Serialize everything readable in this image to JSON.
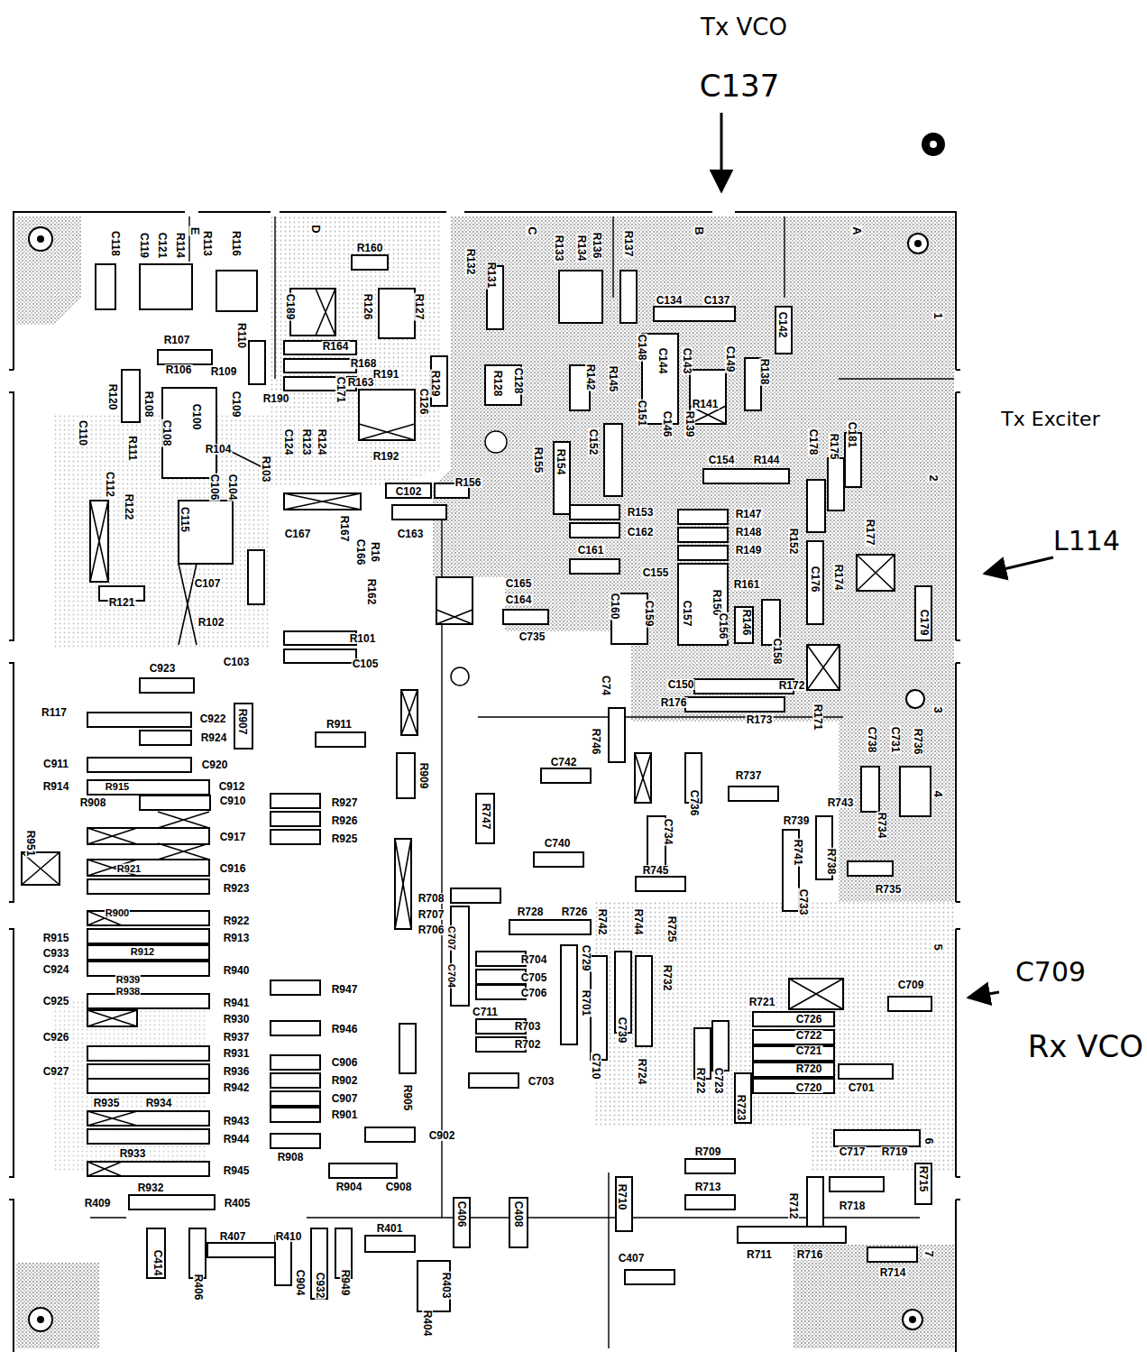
{
  "diagram": {
    "labels": [
      "Tx VCO",
      "C137",
      "Tx Exciter",
      "L114",
      "C709",
      "Rx VCO",
      "E",
      "D",
      "C",
      "B",
      "A",
      "1",
      "2",
      "3",
      "4",
      "5",
      "6",
      "7",
      "C118",
      "C119",
      "C121",
      "R114",
      "R113",
      "R116",
      "R160",
      "R126",
      "R127",
      "C189",
      "R132",
      "R131",
      "R133",
      "R134",
      "R136",
      "R137",
      "C134",
      "C137",
      "C142",
      "R107",
      "R110",
      "R164",
      "R168",
      "R163",
      "R106",
      "R109",
      "R120",
      "R108",
      "C109",
      "R190",
      "R129",
      "R191",
      "C126",
      "C128",
      "R128",
      "R142",
      "R145",
      "C148",
      "C144",
      "C143",
      "C149",
      "R141",
      "R138",
      "C181",
      "C110",
      "R111",
      "C108",
      "C100",
      "R104",
      "R103",
      "C124",
      "R123",
      "R124",
      "C171",
      "R192",
      "C151",
      "C146",
      "R139",
      "C154",
      "R144",
      "C178",
      "R175",
      "R155",
      "R154",
      "C152",
      "C102",
      "R156",
      "C112",
      "R122",
      "C106",
      "C104",
      "C115",
      "C167",
      "R167",
      "C166",
      "R16",
      "C163",
      "R153",
      "C162",
      "R147",
      "R148",
      "R149",
      "R152",
      "R177",
      "C176",
      "R174",
      "C161",
      "C165",
      "C164",
      "C155",
      "R161",
      "C107",
      "R162",
      "R121",
      "C160",
      "C159",
      "C157",
      "R150",
      "C156",
      "R146",
      "C158",
      "C179",
      "C735",
      "R102",
      "R101",
      "C103",
      "C105",
      "C923",
      "C74",
      "C150",
      "R172",
      "R176",
      "R173",
      "R171",
      "R117",
      "C922",
      "R907",
      "R911",
      "C738",
      "C731",
      "R736",
      "R924",
      "R746",
      "C742",
      "R909",
      "C911",
      "C920",
      "R914",
      "R915",
      "C912",
      "R908",
      "C910",
      "R927",
      "R737",
      "C736",
      "R926",
      "R743",
      "R747",
      "R739",
      "C734",
      "R734",
      "R925",
      "C917",
      "C740",
      "R741",
      "R951",
      "C916",
      "R745",
      "R921",
      "R735",
      "R738",
      "R923",
      "C733",
      "R708",
      "R900",
      "R707",
      "R728",
      "R726",
      "R742",
      "R744",
      "R725",
      "R922",
      "R706",
      "R915",
      "R913",
      "R912",
      "C933",
      "C707",
      "C704",
      "R704",
      "C729",
      "R732",
      "C924",
      "R940",
      "R939",
      "R938",
      "C705",
      "C706",
      "R947",
      "C709",
      "C925",
      "R941",
      "C711",
      "R721",
      "R701",
      "R703",
      "C726",
      "R930",
      "R946",
      "C739",
      "C926",
      "R937",
      "R702",
      "C722",
      "R724",
      "C710",
      "C721",
      "R931",
      "C906",
      "R722",
      "C723",
      "R720",
      "C927",
      "R936",
      "R902",
      "C703",
      "C720",
      "C701",
      "R942",
      "R905",
      "R723",
      "C907",
      "R935",
      "R934",
      "R901",
      "R943",
      "C902",
      "C717",
      "R719",
      "R944",
      "R908",
      "R933",
      "R709",
      "R715",
      "R945",
      "R932",
      "R904",
      "C908",
      "R710",
      "R713",
      "R712",
      "R718",
      "R409",
      "R405",
      "C406",
      "C408",
      "R407",
      "R410",
      "R401",
      "R711",
      "R716",
      "R714",
      "C407",
      "C414",
      "R406",
      "C904",
      "C932",
      "R949",
      "R403",
      "R404"
    ]
  }
}
